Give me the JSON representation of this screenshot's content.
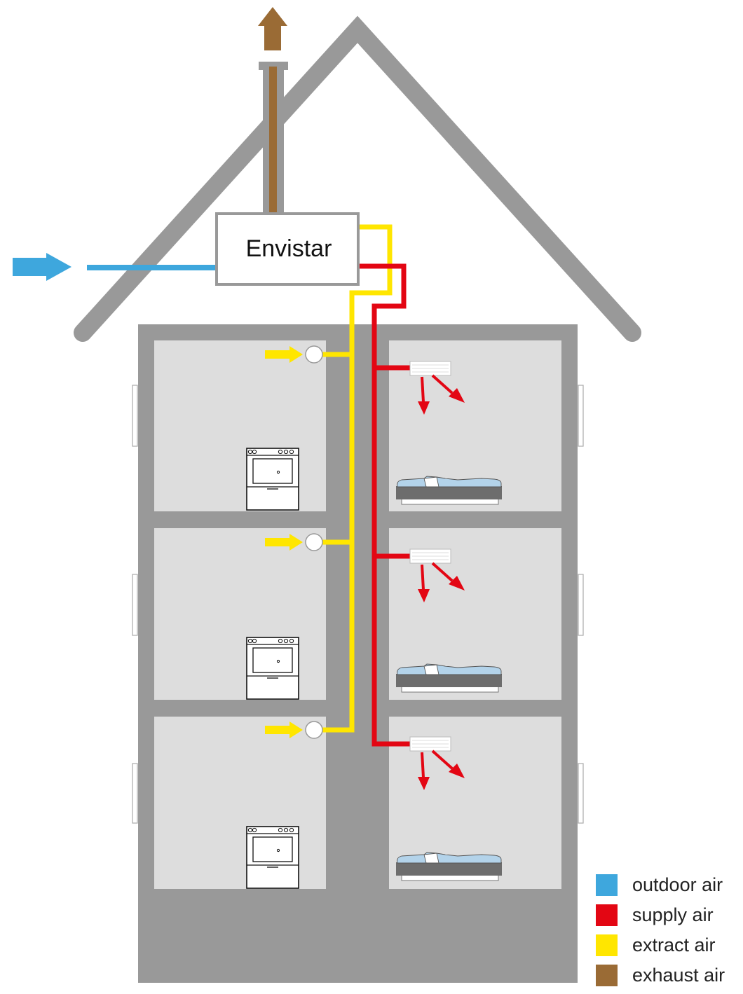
{
  "unit": {
    "label": "Envistar"
  },
  "legend": [
    {
      "label": "outdoor air",
      "color": "#3ea7dd"
    },
    {
      "label": "supply air",
      "color": "#e30613"
    },
    {
      "label": "extract air",
      "color": "#ffe600"
    },
    {
      "label": "exhaust air",
      "color": "#9a6b35"
    }
  ],
  "colors": {
    "outdoor": "#3ea7dd",
    "supply": "#e30613",
    "extract": "#ffe600",
    "exhaust": "#9a6b35",
    "structure": "#999999",
    "room": "#dddddd"
  },
  "floors": [
    {
      "left_room": "kitchen-stove-icon",
      "right_room": "bed-icon"
    },
    {
      "left_room": "kitchen-stove-icon",
      "right_room": "bed-icon"
    },
    {
      "left_room": "kitchen-stove-icon",
      "right_room": "bed-icon"
    }
  ]
}
